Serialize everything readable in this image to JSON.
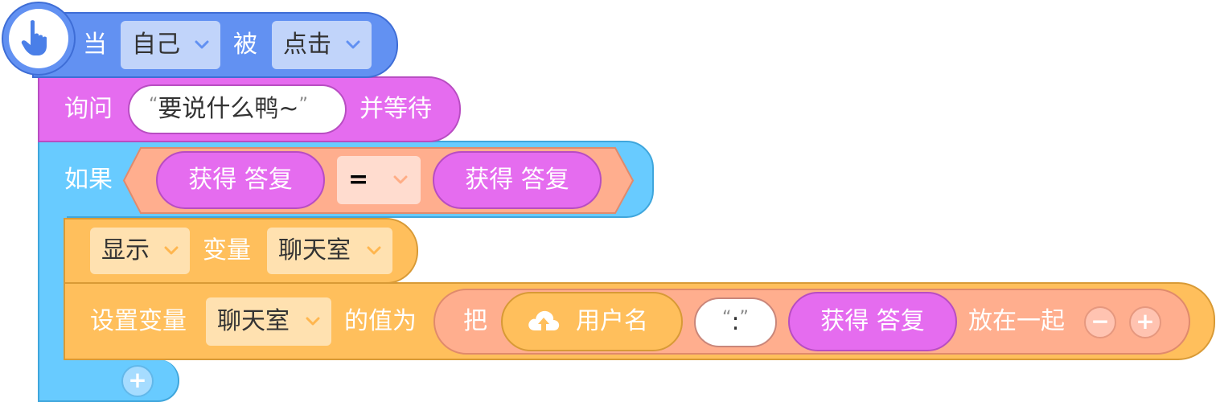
{
  "hat_block": {
    "when_label": "当",
    "sprite_dropdown": "自己",
    "by_label": "被",
    "event_dropdown": "点击",
    "icon": "hand-pointer-icon"
  },
  "ask_block": {
    "ask_label": "询问",
    "question_text": "要说什么鸭~",
    "wait_label": "并等待"
  },
  "if_block": {
    "if_label": "如果",
    "left_operand": "获得 答复",
    "operator": "=",
    "right_operand": "获得 答复",
    "add_label": "+"
  },
  "show_block": {
    "action_dropdown": "显示",
    "variable_label": "变量",
    "variable_dropdown": "聊天室"
  },
  "set_block": {
    "set_label": "设置变量",
    "variable_dropdown": "聊天室",
    "value_label": "的值为",
    "join_label": "把",
    "cloud_var": "用户名",
    "separator": ":",
    "answer": "获得 答复",
    "join_end_label": "放在一起",
    "minus_label": "−",
    "plus_label": "+"
  },
  "colors": {
    "event_blue": "#6291f2",
    "looks_purple": "#e56cef",
    "control_cyan": "#68cbff",
    "data_orange": "#ffbf5c",
    "operator_salmon": "#ffae8e"
  }
}
